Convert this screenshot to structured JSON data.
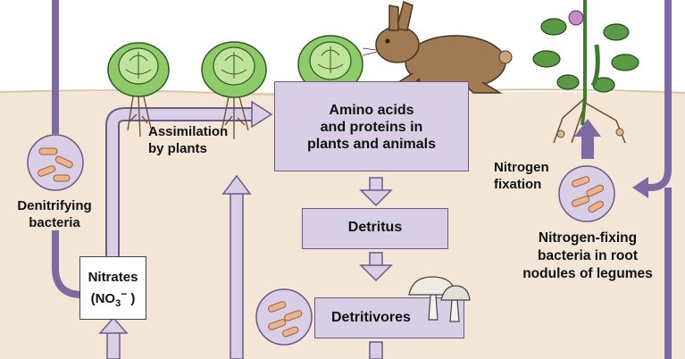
{
  "colors": {
    "sky": "#ffffff",
    "soil": "#f3e6d6",
    "pipe": "#7d6aa2",
    "pipe_light": "#c4b8dc",
    "box_fill": "#d8cfe6",
    "box_stroke": "#6b5a86",
    "bacteria": "#eab48e",
    "rabbit": "#a07a52",
    "cabbage": "#8fca6a",
    "legume": "#5a9a45"
  },
  "labels": {
    "assimilation": [
      "Assimilation",
      "by plants"
    ],
    "amino_acids": [
      "Amino acids",
      "and proteins in",
      "plants and animals"
    ],
    "detritus": "Detritus",
    "detritivores": "Detritivores",
    "denitrifying": [
      "Denitrifying",
      "bacteria"
    ],
    "nitrates_line1": "Nitrates",
    "nitrates_open": "(NO",
    "nitrates_sub": "3",
    "nitrates_sup": "−",
    "nitrates_close": " )",
    "nitrogen_fixation": [
      "Nitrogen",
      "fixation"
    ],
    "nitrogen_fixing": [
      "Nitrogen-fixing",
      "bacteria in root",
      "nodules of legumes"
    ]
  },
  "icons": [
    "cabbage-icon",
    "rabbit-icon",
    "mushroom-icon",
    "legume-plant-icon",
    "bacteria-icon",
    "arrow-icon"
  ]
}
